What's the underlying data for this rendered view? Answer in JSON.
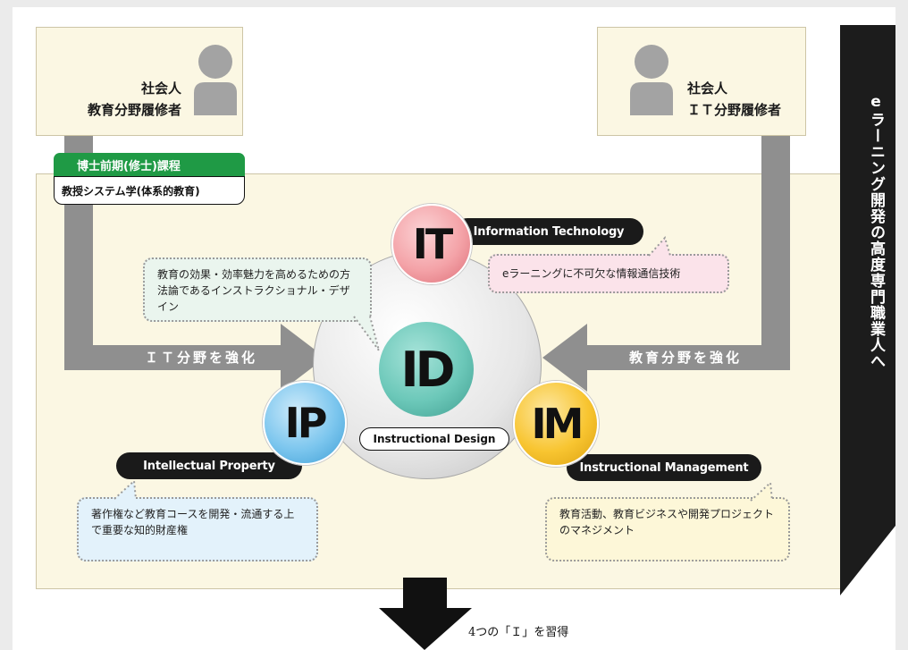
{
  "left_person": {
    "line1": "社会人",
    "line2": "教育分野履修者"
  },
  "right_person": {
    "line1": "社会人",
    "line2": "ＩＴ分野履修者"
  },
  "course": {
    "green_label": "博士前期(修士)課程",
    "white_label": "教授システム学(体系的教育)"
  },
  "side_banner": "eラーニング開発の高度専門職業人へ",
  "arrows": {
    "left_label": "ＩＴ分野を強化",
    "right_label": "教育分野を強化"
  },
  "center": {
    "circle_text": "ID",
    "pill": "Instructional Design",
    "bubble": "教育の効果・効率魅力を高めるための方法論であるインストラクショナル・デザイン"
  },
  "it": {
    "circle_text": "IT",
    "pill": "Information Technology",
    "bubble": "eラーニングに不可欠な情報通信技術"
  },
  "ip": {
    "circle_text": "IP",
    "pill": "Intellectual Property",
    "bubble": "著作権など教育コースを開発・流通する上で重要な知的財産権"
  },
  "im": {
    "circle_text": "IM",
    "pill": "Instructional Management",
    "bubble": "教育活動、教育ビジネスや開発プロジェクトのマネジメント"
  },
  "bottom": {
    "label": "4つの「Ｉ」を習得"
  },
  "colors": {
    "it_circle": "#f4a3a8",
    "ip_circle": "#7cc6ee",
    "im_circle": "#f8c531",
    "id_circle": "#6cc8b9",
    "green": "#1f9a45",
    "gray_arrow": "#8f8f8f"
  }
}
